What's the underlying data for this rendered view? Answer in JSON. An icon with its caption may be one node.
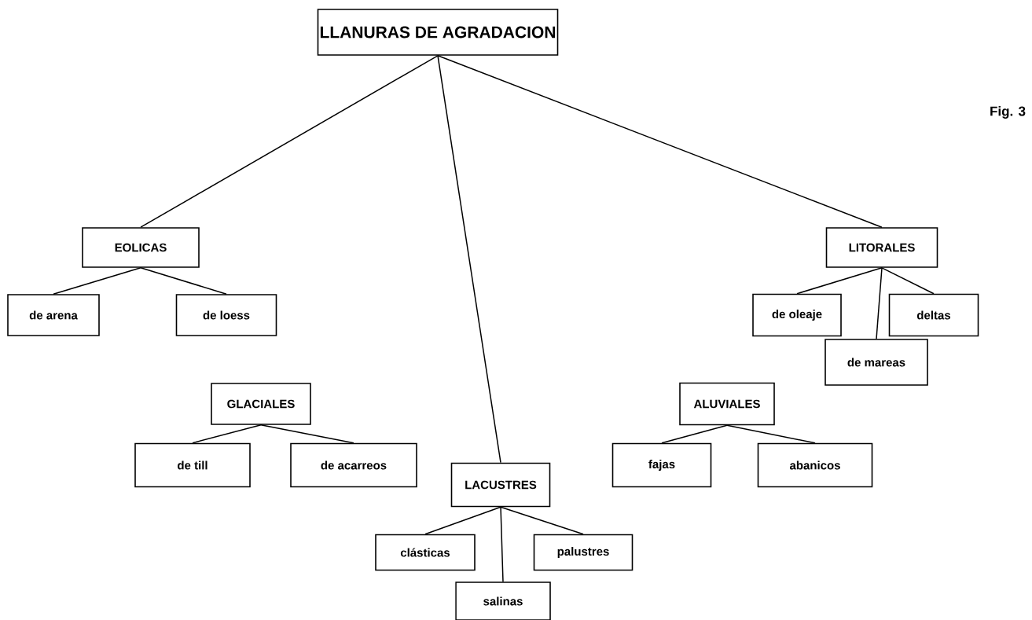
{
  "diagram": {
    "nodes": [
      {
        "text": [
          "LLANURAS DE AGRADACION"
        ]
      },
      {
        "text": [
          "EOLICAS"
        ]
      },
      {
        "text": [
          "de arena"
        ]
      },
      {
        "text": [
          "de loess"
        ]
      },
      {
        "text": [
          "LITORALES"
        ]
      },
      {
        "text": [
          "de oleaje"
        ]
      },
      {
        "text": [
          "deltas"
        ]
      },
      {
        "text": [
          "de mareas"
        ]
      },
      {
        "text": [
          "GLACIALES"
        ]
      },
      {
        "text": [
          "de till"
        ]
      },
      {
        "text": [
          "de acarreos"
        ]
      },
      {
        "text": [
          "ALUVIALES"
        ]
      },
      {
        "text": [
          "fajas"
        ]
      },
      {
        "text": [
          "abanicos"
        ]
      },
      {
        "text": [
          "LACUSTRES"
        ]
      },
      {
        "text": [
          "clásticas"
        ]
      },
      {
        "text": [
          "palustres"
        ]
      },
      {
        "text": [
          "salinas"
        ]
      }
    ],
    "edges": [
      {
        "from": 0,
        "to": 1,
        "arrow": "none"
      },
      {
        "from": 0,
        "to": 14,
        "arrow": "none"
      },
      {
        "from": 0,
        "to": 4,
        "arrow": "none"
      },
      {
        "from": 1,
        "to": 2,
        "arrow": "none"
      },
      {
        "from": 1,
        "to": 3,
        "arrow": "none"
      },
      {
        "from": 4,
        "to": 5,
        "arrow": "none"
      },
      {
        "from": 4,
        "to": 7,
        "arrow": "none"
      },
      {
        "from": 4,
        "to": 6,
        "arrow": "none"
      },
      {
        "from": 8,
        "to": 9,
        "arrow": "none"
      },
      {
        "from": 8,
        "to": 10,
        "arrow": "none"
      },
      {
        "from": 11,
        "to": 12,
        "arrow": "none"
      },
      {
        "from": 11,
        "to": 13,
        "arrow": "none"
      },
      {
        "from": 14,
        "to": 15,
        "arrow": "none"
      },
      {
        "from": 14,
        "to": 17,
        "arrow": "none"
      },
      {
        "from": 14,
        "to": 16,
        "arrow": "none"
      }
    ],
    "labels": [
      "Fig. 3"
    ]
  }
}
